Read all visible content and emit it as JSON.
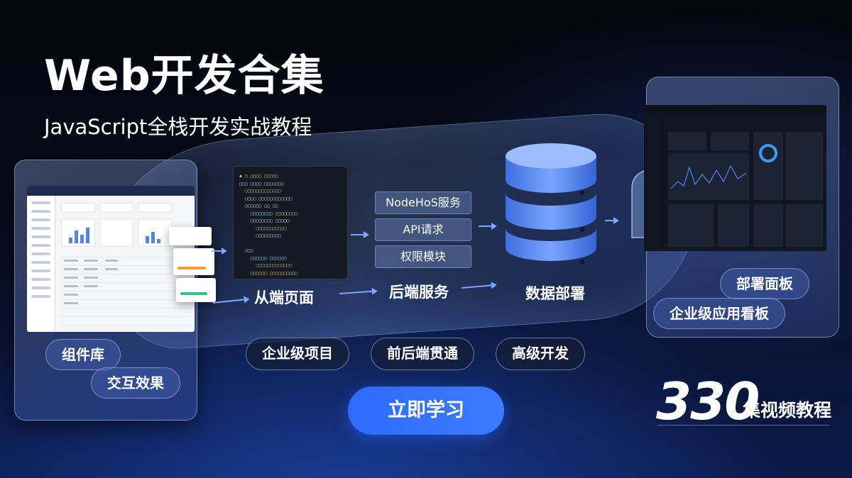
{
  "title": "Web开发合集",
  "subtitle": "JavaScript全栈开发实战教程",
  "left_device": {
    "tags": [
      "组件库",
      "交互效果"
    ]
  },
  "flow": {
    "labels": [
      "从端页面",
      "后端服务",
      "数据部署"
    ],
    "services": [
      "NodeHoS服务",
      "API请求",
      "权限模块"
    ]
  },
  "right_device": {
    "tags": [
      "部署面板",
      "企业级应用看板"
    ]
  },
  "features": [
    "企业级项目",
    "前后端贯通",
    "高级开发"
  ],
  "cta": {
    "label": "立即学习"
  },
  "episodes": {
    "count": "330",
    "suffix": "集视频教程"
  },
  "colors": {
    "accent": "#2f6bff",
    "background": "#05070d",
    "glass": "#6a8fd8"
  }
}
